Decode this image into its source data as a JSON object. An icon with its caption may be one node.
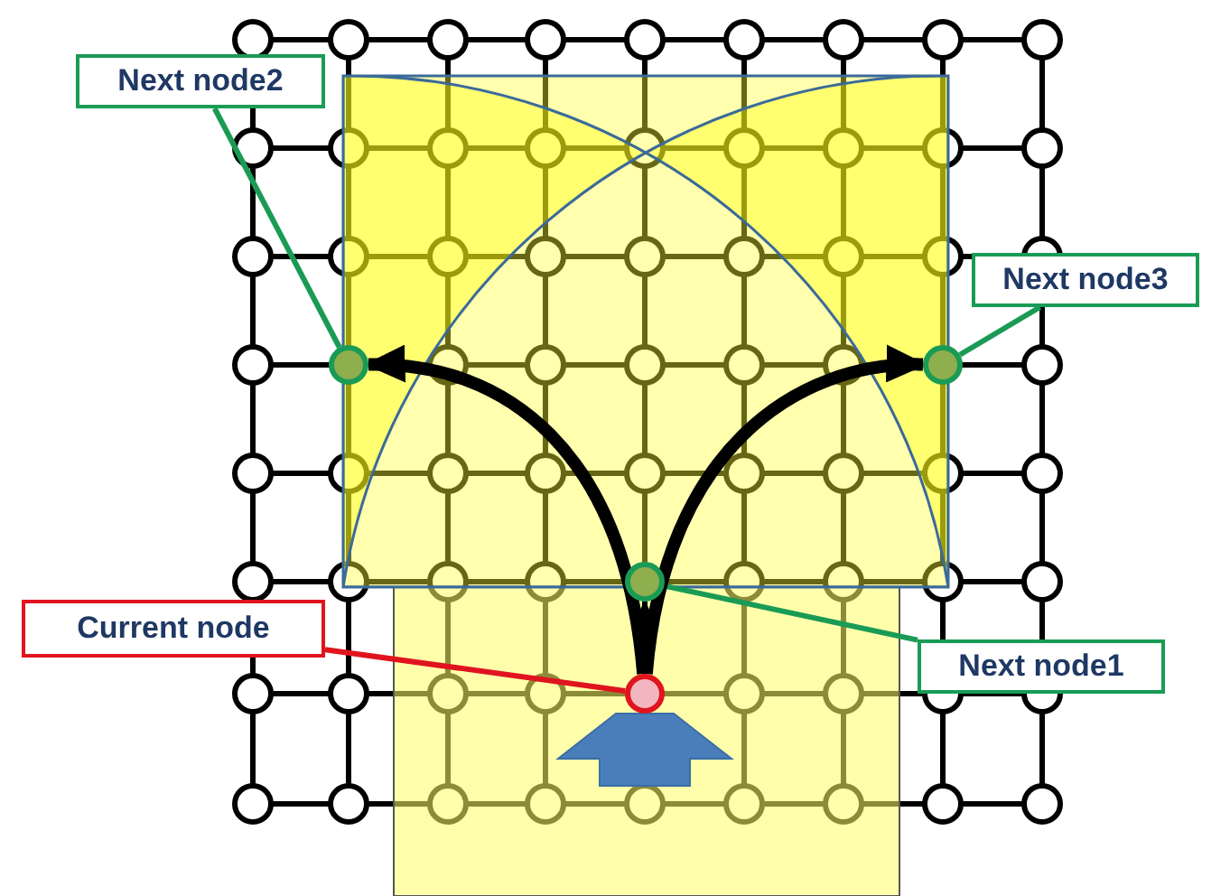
{
  "diagram": {
    "nodes": [
      {
        "text": [
          "Next node2"
        ]
      },
      {
        "text": [
          "Next node3"
        ]
      },
      {
        "text": [
          "Current node"
        ]
      },
      {
        "text": [
          "Next node1"
        ]
      },
      {
        "text": [],
        "shape": "circle"
      },
      {
        "text": [],
        "shape": "circle"
      },
      {
        "text": [],
        "shape": "circle"
      },
      {
        "text": [],
        "shape": "circle"
      }
    ],
    "edges": [
      {
        "from": 0,
        "to": 4,
        "arrow": "none",
        "color": "#1a9b55"
      },
      {
        "from": 1,
        "to": 5,
        "arrow": "none",
        "color": "#1a9b55"
      },
      {
        "from": 2,
        "to": 7,
        "arrow": "none",
        "color": "#e0141e"
      },
      {
        "from": 3,
        "to": 6,
        "arrow": "none",
        "color": "#1a9b55"
      },
      {
        "from": 7,
        "to": 4,
        "arrow": "to",
        "style": "thick",
        "color": "#000000"
      },
      {
        "from": 7,
        "to": 5,
        "arrow": "to",
        "style": "thick",
        "color": "#000000"
      },
      {
        "from": 7,
        "to": 6,
        "arrow": "to",
        "color": "#000000"
      }
    ]
  }
}
